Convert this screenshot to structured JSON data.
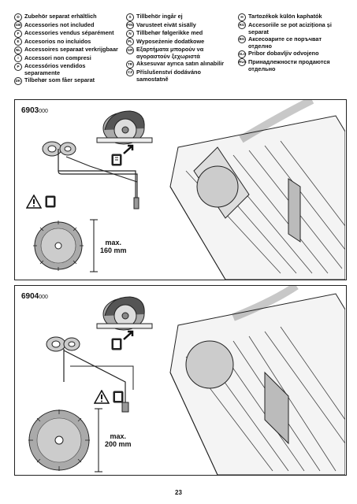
{
  "legend": {
    "col1": [
      {
        "code": "D",
        "text": "Zubehör separat erhältlich"
      },
      {
        "code": "GB",
        "text": "Accessories not included"
      },
      {
        "code": "F",
        "text": "Accessories vendus séparément"
      },
      {
        "code": "E",
        "text": "Accesorios no incluidos"
      },
      {
        "code": "NL",
        "text": "Accessoires separaat verkrijgbaar"
      },
      {
        "code": "I",
        "text": "Accessori non compresi"
      },
      {
        "code": "P",
        "text": "Accessórios vendidos separamente"
      },
      {
        "code": "DK",
        "text": "Tilbehør som fåer separat"
      }
    ],
    "col2": [
      {
        "code": "S",
        "text": "Tillbehör ingår ej"
      },
      {
        "code": "FIN",
        "text": "Varusteet eivät sisälly"
      },
      {
        "code": "N",
        "text": "Tillbehør følgerikke med"
      },
      {
        "code": "PL",
        "text": "Wyposeżenie dodatkowe"
      },
      {
        "code": "GR",
        "text": "Εξαρτήματα μπορούν να αγοραστούν ξεχωριστά"
      },
      {
        "code": "TR",
        "text": "Aksesuvar ayrıca satın alınabilir"
      },
      {
        "code": "CZ",
        "text": "Příslušenství dodáváno samostatně"
      }
    ],
    "col3": [
      {
        "code": "H",
        "text": "Tartozékok külön kaphatók"
      },
      {
        "code": "RO",
        "text": "Accesoriile se pot aciziționa și separat"
      },
      {
        "code": "BG",
        "text": "Аксесоарите се поръчват отделно"
      },
      {
        "code": "SLO",
        "text": "Pribor dobavljiv odvojeno"
      },
      {
        "code": "RUS",
        "text": "Принадлежности продаются отдельно"
      }
    ]
  },
  "panels": [
    {
      "model": "6903",
      "model_suffix": "000",
      "max_label": "max.\n160 mm"
    },
    {
      "model": "6904",
      "model_suffix": "000",
      "max_label": "max.\n200 mm"
    }
  ],
  "page_number": "23"
}
